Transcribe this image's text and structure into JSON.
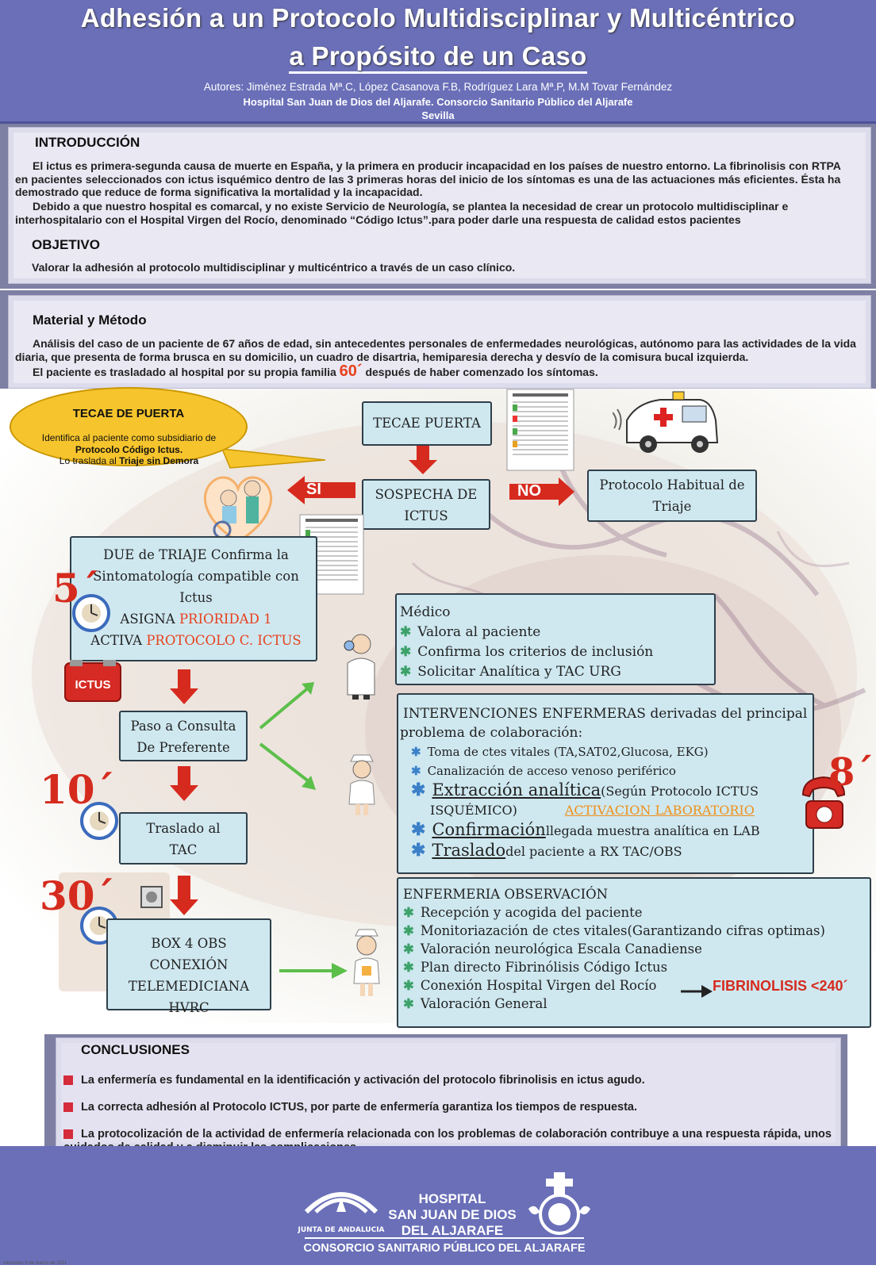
{
  "header": {
    "title_line1": "Adhesión a un Protocolo Multidisciplinar y Multicéntrico",
    "title_line2": "a Propósito de un Caso",
    "authors": "Autores:  Jiménez Estrada Mª.C, López Casanova F.B, Rodríguez Lara Mª.P, M.M Tovar Fernández",
    "hospital_line1": "Hospital San Juan de Dios del Aljarafe. Consorcio Sanitario Público del Aljarafe",
    "hospital_line2": "Sevilla"
  },
  "intro": {
    "heading": "INTRODUCCIÓN",
    "p1": "El ictus es primera-segunda causa de muerte en España, y la primera en producir incapacidad en los países de nuestro entorno. La fibrinolisis  con RTPA en pacientes seleccionados con ictus isquémico dentro de las 3 primeras horas del inicio de los síntomas es una de las actuaciones más eficientes. Ésta ha demostrado que reduce de forma significativa la mortalidad y la incapacidad.",
    "p2": "Debido a que nuestro hospital es comarcal, y no existe Servicio de Neurología, se plantea la necesidad de crear un protocolo multidisciplinar e interhospitalario con el Hospital Virgen del Rocío, denominado “Código Ictus”.para poder darle una respuesta de calidad estos pacientes"
  },
  "objetivo": {
    "heading": "OBJETIVO",
    "text": "Valorar la adhesión al protocolo multidisciplinar y multicéntrico a través de un caso clínico."
  },
  "material": {
    "heading": "Material y Método",
    "p1": "Análisis del caso de un  paciente de 67 años de edad, sin antecedentes personales de enfermedades neurológicas, autónomo para las actividades de la vida diaria, que presenta  de forma brusca en su domicilio, un cuadro de disartria, hemiparesia derecha y desvío de la comisura bucal  izquierda.",
    "p2_before": "El paciente es trasladado al hospital por su propia familia",
    "p2_time": "60´",
    "p2_after": "después de haber comenzado los síntomas."
  },
  "callout": {
    "title": "TECAE DE PUERTA",
    "line1": "Identifica al paciente como subsidiario de",
    "line2": "Protocolo Código Ictus.",
    "line3_a": "Lo traslada al ",
    "line3_b": "Triaje sin Demora"
  },
  "flow": {
    "tecae_puerta": "TECAE PUERTA",
    "sospecha_1": "SOSPECHA DE",
    "sospecha_2": "ICTUS",
    "si": "SI",
    "no": "NO",
    "protocolo_1": "Protocolo Habitual de",
    "protocolo_2": "Triaje",
    "due_1": "DUE de TRIAJE Confirma la",
    "due_2": "Sintomatología compatible con",
    "due_3": "Ictus",
    "due_4a": "ASIGNA ",
    "due_4b": "PRIORIDAD 1",
    "due_5a": "ACTIVA ",
    "due_5b": "PROTOCOLO C. ICTUS",
    "ictus_badge": "ICTUS",
    "consulta_1": "Paso a Consulta",
    "consulta_2": "De Preferente",
    "tac_1": "Traslado al",
    "tac_2": "TAC",
    "box_1": "BOX 4 OBS",
    "box_2": "CONEXIÓN",
    "box_3": "TELEMEDICIANA HVRC",
    "time_5": "5´",
    "time_10": "10´",
    "time_30": "30´",
    "time_8": "8´"
  },
  "medico": {
    "title": "Médico",
    "items": [
      "Valora al paciente",
      "Confirma los criterios de inclusión",
      "Solicitar Analítica y TAC URG"
    ]
  },
  "intervenciones": {
    "title_1": "INTERVENCIONES ENFERMERAS derivadas del principal",
    "title_2": "problema de colaboración:",
    "i1": "Toma de ctes vitales (TA,SAT02,Glucosa, EKG)",
    "i2": "Canalización de acceso venoso periférico",
    "i3_main": "Extracción analítica",
    "i3_rest": " (Según Protocolo ICTUS",
    "i3_line2": "ISQUÉMICO)",
    "i3_act": "ACTIVACION LABORATORIO",
    "i4_main": "Confirmación",
    "i4_rest": " llegada muestra analítica en LAB",
    "i5_main": "Traslado",
    "i5_rest": " del paciente a RX TAC/OBS"
  },
  "observacion": {
    "title": "ENFERMERIA OBSERVACIÓN",
    "items": [
      "Recepción y acogida del paciente",
      "Monitoriazación de ctes vitales(Garantizando cifras optimas)",
      "Valoración neurológica Escala Canadiense",
      "Plan directo Fibrinólisis Código Ictus",
      "Conexión Hospital Virgen del Rocío",
      "Valoración General"
    ],
    "fibrinolisis": "FIBRINOLISIS <240´"
  },
  "conclusiones": {
    "heading": "CONCLUSIONES",
    "c1": "La enfermería es fundamental en la identificación y activación del protocolo fibrinolisis en ictus agudo.",
    "c2": "La correcta adhesión al Protocolo ICTUS, por parte de enfermería garantiza los tiempos de respuesta.",
    "c3": "La protocolización de la actividad de enfermería relacionada  con los problemas de colaboración contribuye a una respuesta rápida, unos cuidados de calidad y a disminuir las complicaciones."
  },
  "footer": {
    "junta": "JUNTA DE ANDALUCIA",
    "hospital_1": "HOSPITAL",
    "hospital_2": "SAN JUAN DE DIOS",
    "hospital_3": "DEL ALJARAFE",
    "consorcio": "CONSORCIO SANITARIO PÚBLICO DEL ALJARAFE",
    "stamp": "miércoles 9 de marzo de 2011"
  },
  "colors": {
    "header": "#6a6fb8",
    "box": "#cfe8f0",
    "time_red": "#d52b1e",
    "star_green": "#3da26a",
    "star_blue": "#3b80c8"
  }
}
